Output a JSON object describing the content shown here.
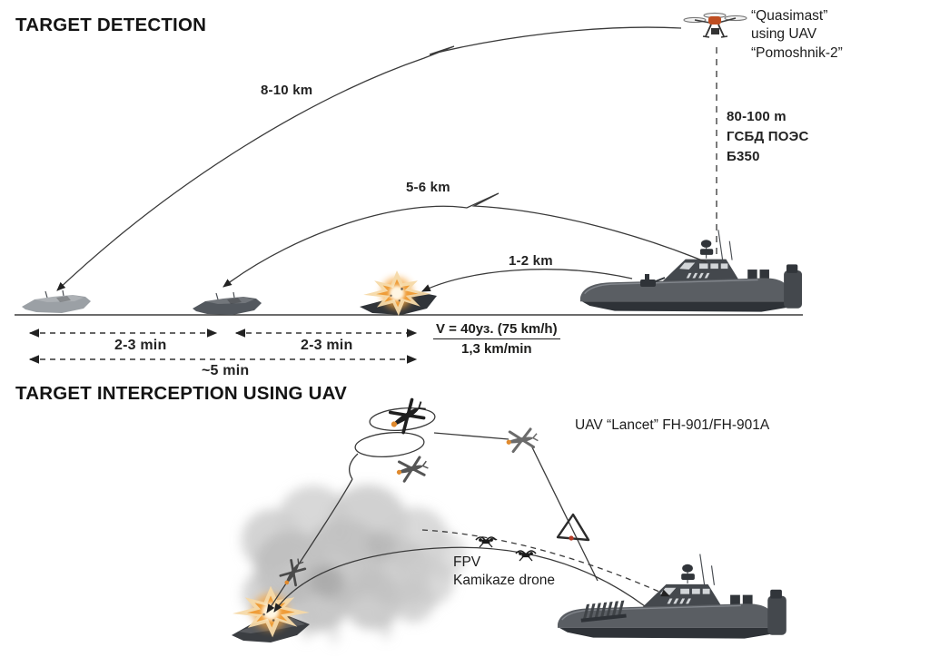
{
  "colors": {
    "ink": "#1d1d1b",
    "line": "#3a3a3a",
    "accent": "#bf4e22"
  },
  "titles": {
    "detection": "TARGET DETECTION",
    "interception": "TARGET INTERCEPTION USING UAV"
  },
  "detection": {
    "uav_note": "“Quasimast”\nusing UAV\n“Pomoshnik-2”",
    "altitude_note": "80-100 m\nГСБД ПОЭС\nБ350",
    "ranges": [
      "8-10 km",
      "5-6 km",
      "1-2 km"
    ],
    "times": [
      "2-3 min",
      "2-3 min",
      "~5 min"
    ],
    "speed": {
      "numerator": "V = 40уз. (75 km/h)",
      "denominator": "1,3 km/min"
    }
  },
  "interception": {
    "uav_note": "UAV “Lancet” FH-901/FH-901A",
    "fpv_note": "FPV\nKamikaze drone"
  }
}
